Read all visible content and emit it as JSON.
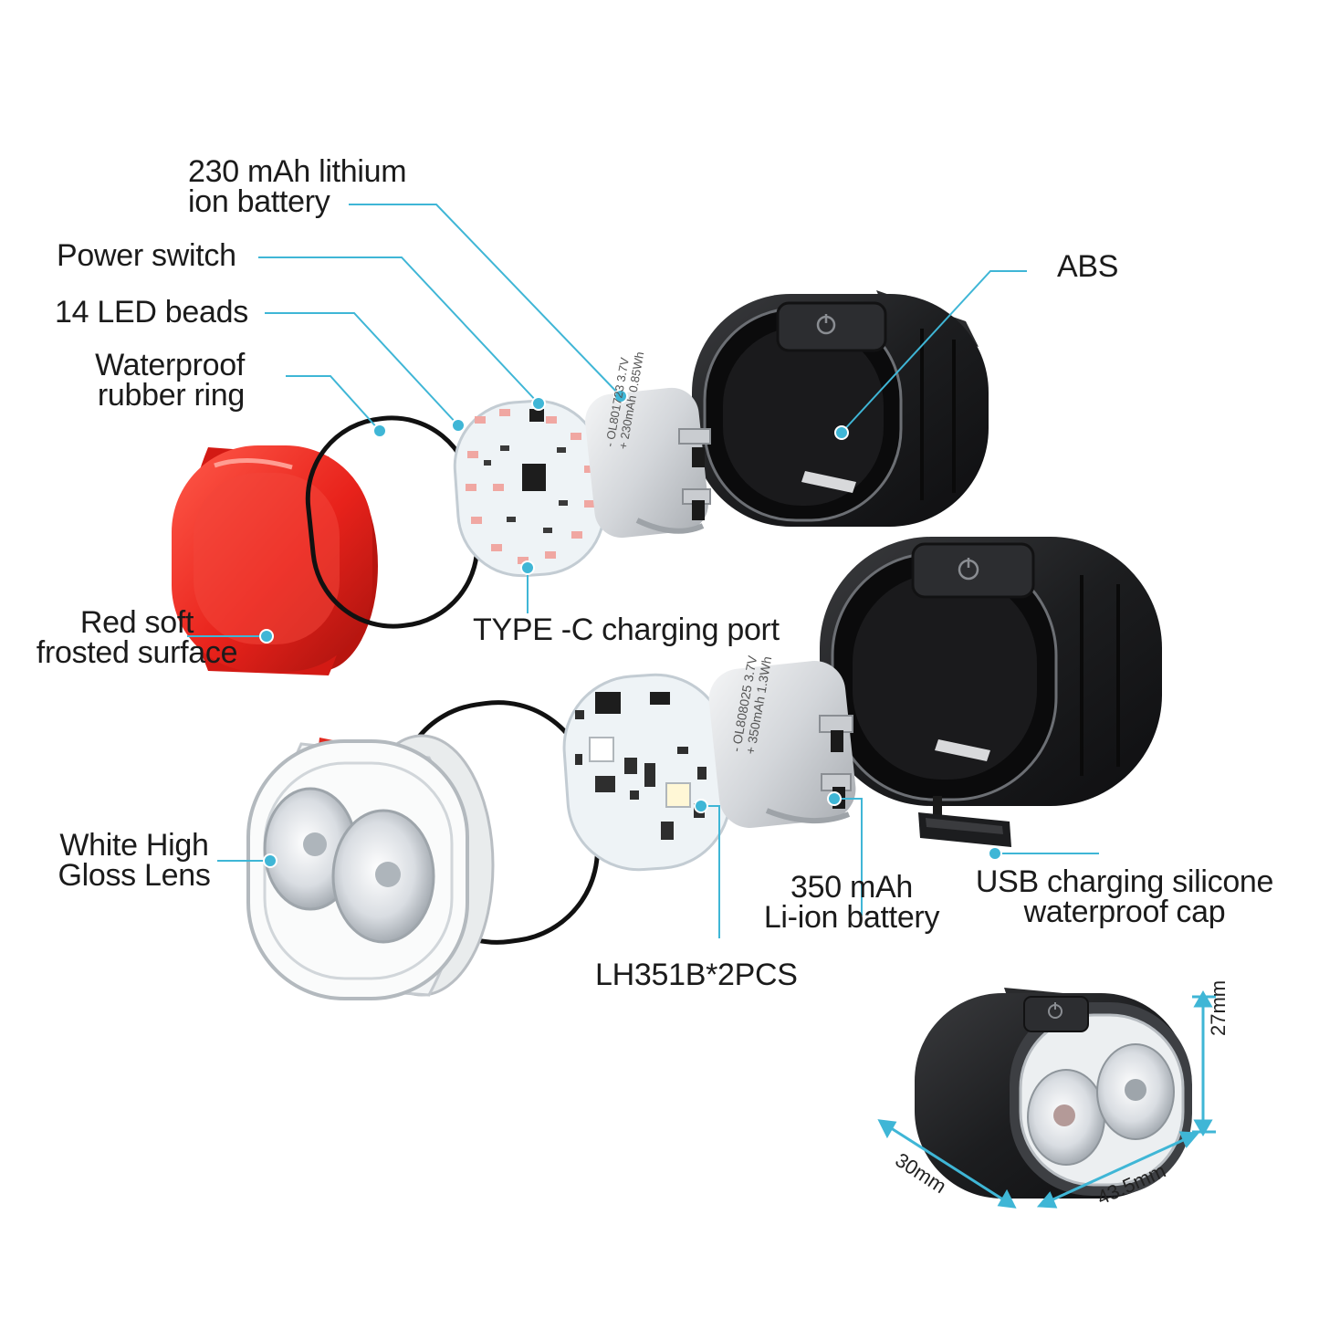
{
  "labels": {
    "battery_230": [
      "230 mAh lithium",
      "ion battery"
    ],
    "power_switch": "Power switch",
    "led_beads": "14 LED beads",
    "rubber_ring": [
      "Waterproof",
      "rubber ring"
    ],
    "red_surface": [
      "Red soft",
      "frosted surface"
    ],
    "type_c": "TYPE -C charging port",
    "abs": "ABS",
    "lens": [
      "White High",
      "Gloss Lens"
    ],
    "battery_350": [
      "350 mAh",
      "Li-ion battery"
    ],
    "usb_cap": [
      "USB charging silicone",
      "waterproof cap"
    ],
    "led_chip": "LH351B*2PCS"
  },
  "battery_print": {
    "small": [
      "- OL801723 3.7V",
      "+ 230mAh 0.85Wh"
    ],
    "large": [
      "- OL808025 3.7V",
      "+ 350mAh 1.3Wh"
    ]
  },
  "dimensions": {
    "height": "27mm",
    "depth": "30mm",
    "width": "43.5mm"
  },
  "colors": {
    "leader": "#3fb6d6",
    "red_lens": "#e8221b",
    "housing": "#1e1f21",
    "pcb": "#eef3f6"
  },
  "icons": [
    "power-icon"
  ]
}
